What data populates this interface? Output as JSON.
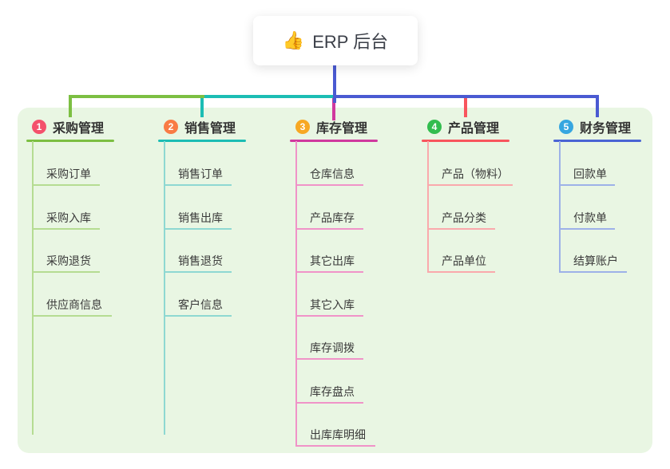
{
  "root": {
    "icon": "👍",
    "label": "ERP 后台"
  },
  "colors": {
    "panel_bg": "#e9f6e3",
    "trunk_blue": "#4a5ad2",
    "trunk_teal": "#1cbdb4",
    "trunk_green": "#7cbf42",
    "trunk_magenta": "#d0399e",
    "trunk_red": "#f8555d",
    "text": "#333333"
  },
  "branches": [
    {
      "index": "1",
      "title": "采购管理",
      "badge_color": "#f4516c",
      "line_color": "#7cbf42",
      "child_line_color": "#b5dc92",
      "children": [
        "采购订单",
        "采购入库",
        "采购退货",
        "供应商信息"
      ]
    },
    {
      "index": "2",
      "title": "销售管理",
      "badge_color": "#f97b45",
      "line_color": "#1cbdb4",
      "child_line_color": "#8ed8d2",
      "children": [
        "销售订单",
        "销售出库",
        "销售退货",
        "客户信息"
      ]
    },
    {
      "index": "3",
      "title": "库存管理",
      "badge_color": "#f7a823",
      "line_color": "#d0399e",
      "child_line_color": "#f093c8",
      "children": [
        "仓库信息",
        "产品库存",
        "其它出库",
        "其它入库",
        "库存调拨",
        "库存盘点",
        "出库库明细"
      ]
    },
    {
      "index": "4",
      "title": "产品管理",
      "badge_color": "#32bd4e",
      "line_color": "#f8555d",
      "child_line_color": "#faa9ac",
      "children": [
        "产品（物料）",
        "产品分类",
        "产品单位"
      ]
    },
    {
      "index": "5",
      "title": "财务管理",
      "badge_color": "#36a6e0",
      "line_color": "#4a64d4",
      "child_line_color": "#9db1e8",
      "children": [
        "回款单",
        "付款单",
        "结算账户"
      ]
    }
  ]
}
